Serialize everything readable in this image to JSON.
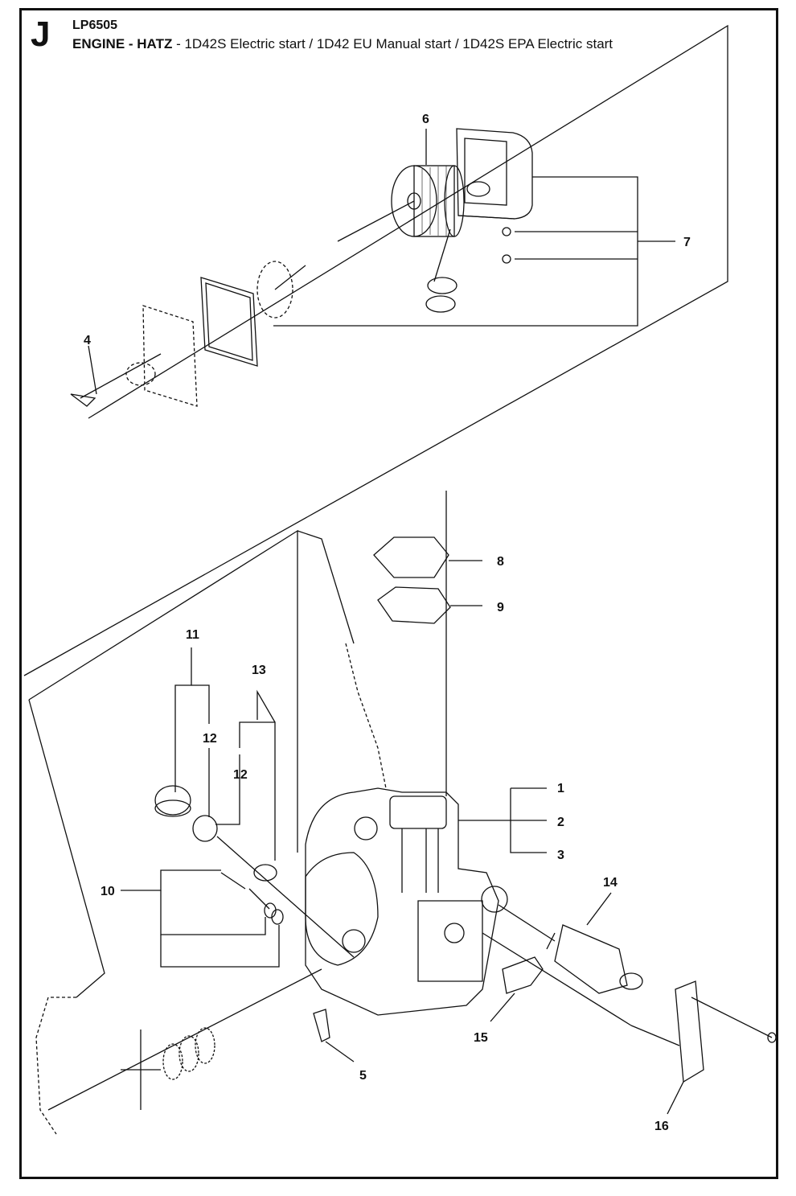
{
  "header": {
    "section_letter": "J",
    "model": "LP6505",
    "title_bold": "ENGINE - HATZ",
    "title_rest": " - 1D42S Electric start / 1D42 EU Manual start / 1D42S EPA Electric start"
  },
  "callouts": [
    "1",
    "2",
    "3",
    "4",
    "5",
    "6",
    "7",
    "8",
    "9",
    "10",
    "11",
    "12",
    "12",
    "13",
    "14",
    "15",
    "16"
  ]
}
